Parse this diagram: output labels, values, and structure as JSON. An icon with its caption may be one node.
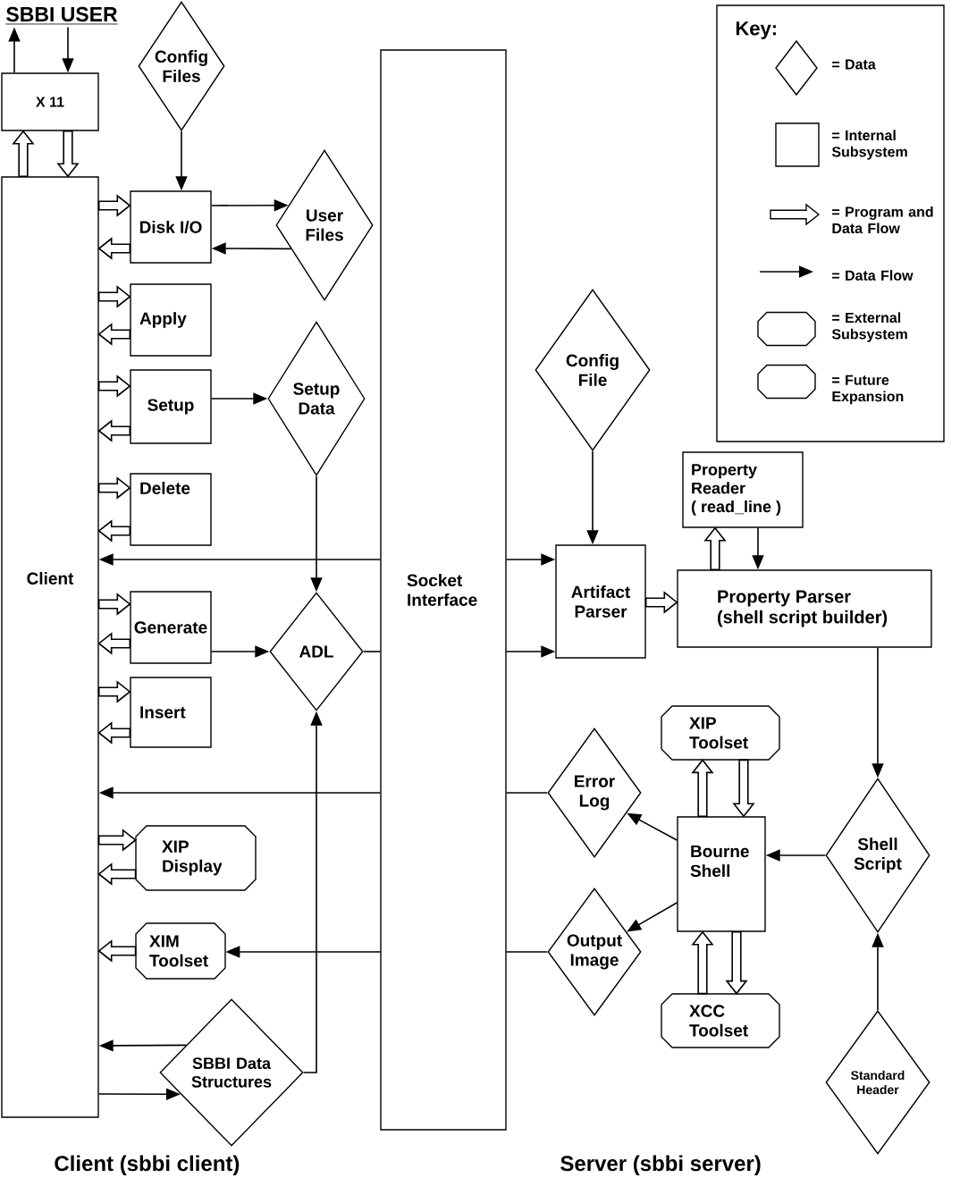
{
  "diagram": {
    "nodes": [
      {
        "text": [
          "SBBI USER"
        ]
      },
      {
        "text": [
          "X 11"
        ]
      },
      {
        "text": [
          "Config Files"
        ]
      },
      {
        "text": [
          "Client"
        ]
      },
      {
        "text": [
          "Disk I/O"
        ]
      },
      {
        "text": [
          "User Files"
        ]
      },
      {
        "text": [
          "Apply"
        ]
      },
      {
        "text": [
          "Setup"
        ]
      },
      {
        "text": [
          "Setup Data"
        ]
      },
      {
        "text": [
          "Delete"
        ]
      },
      {
        "text": [
          "Generate"
        ]
      },
      {
        "text": [
          "ADL"
        ]
      },
      {
        "text": [
          "Insert"
        ]
      },
      {
        "text": [
          "XIP Display"
        ]
      },
      {
        "text": [
          "XIM Toolset"
        ]
      },
      {
        "text": [
          "SBBI Data Structures"
        ]
      },
      {
        "text": [
          "Socket Interface"
        ]
      },
      {
        "text": [
          "Config File"
        ]
      },
      {
        "text": [
          "Artifact Parser"
        ]
      },
      {
        "text": [
          "Property Reader",
          "( read_line )"
        ]
      },
      {
        "text": [
          "Property Parser",
          "(shell script builder)"
        ]
      },
      {
        "text": [
          "XIP Toolset"
        ]
      },
      {
        "text": [
          "Error Log"
        ]
      },
      {
        "text": [
          "Bourne Shell"
        ]
      },
      {
        "text": [
          "Shell Script"
        ]
      },
      {
        "text": [
          "Output Image"
        ]
      },
      {
        "text": [
          "XCC Toolset"
        ]
      },
      {
        "text": [
          "Standard Header"
        ]
      }
    ],
    "edges": [
      {
        "from": 1,
        "to": 0,
        "arrow": "to"
      },
      {
        "from": 0,
        "to": 1,
        "arrow": "to"
      },
      {
        "from": 3,
        "to": 1,
        "arrow": "to",
        "style": "thick"
      },
      {
        "from": 1,
        "to": 3,
        "arrow": "to",
        "style": "thick"
      },
      {
        "from": 2,
        "to": 4,
        "arrow": "to"
      },
      {
        "from": 3,
        "to": 4,
        "arrow": "to",
        "style": "thick"
      },
      {
        "from": 4,
        "to": 3,
        "arrow": "to",
        "style": "thick"
      },
      {
        "from": 4,
        "to": 5,
        "arrow": "to"
      },
      {
        "from": 5,
        "to": 4,
        "arrow": "to"
      },
      {
        "from": 3,
        "to": 6,
        "arrow": "to",
        "style": "thick"
      },
      {
        "from": 6,
        "to": 3,
        "arrow": "to",
        "style": "thick"
      },
      {
        "from": 3,
        "to": 7,
        "arrow": "to",
        "style": "thick"
      },
      {
        "from": 7,
        "to": 3,
        "arrow": "to",
        "style": "thick"
      },
      {
        "from": 7,
        "to": 8,
        "arrow": "to"
      },
      {
        "from": 3,
        "to": 9,
        "arrow": "to",
        "style": "thick"
      },
      {
        "from": 9,
        "to": 3,
        "arrow": "to",
        "style": "thick"
      },
      {
        "from": 8,
        "to": 11,
        "arrow": "to"
      },
      {
        "from": 16,
        "to": 3,
        "arrow": "to"
      },
      {
        "from": 16,
        "to": 18,
        "arrow": "to"
      },
      {
        "from": 3,
        "to": 10,
        "arrow": "to",
        "style": "thick"
      },
      {
        "from": 10,
        "to": 3,
        "arrow": "to",
        "style": "thick"
      },
      {
        "from": 10,
        "to": 11,
        "arrow": "to"
      },
      {
        "from": 11,
        "to": 16,
        "arrow": "none"
      },
      {
        "from": 16,
        "to": 18,
        "arrow": "to"
      },
      {
        "from": 3,
        "to": 12,
        "arrow": "to",
        "style": "thick"
      },
      {
        "from": 12,
        "to": 3,
        "arrow": "to",
        "style": "thick"
      },
      {
        "from": 22,
        "to": 16,
        "arrow": "none"
      },
      {
        "from": 16,
        "to": 3,
        "arrow": "to"
      },
      {
        "from": 3,
        "to": 13,
        "arrow": "to",
        "style": "thick"
      },
      {
        "from": 13,
        "to": 3,
        "arrow": "to",
        "style": "thick"
      },
      {
        "from": 14,
        "to": 3,
        "arrow": "to",
        "style": "thick"
      },
      {
        "from": 25,
        "to": 16,
        "arrow": "none"
      },
      {
        "from": 16,
        "to": 14,
        "arrow": "to"
      },
      {
        "from": 15,
        "to": 3,
        "arrow": "to"
      },
      {
        "from": 3,
        "to": 15,
        "arrow": "to"
      },
      {
        "from": 15,
        "to": 11,
        "arrow": "to"
      },
      {
        "from": 17,
        "to": 18,
        "arrow": "to"
      },
      {
        "from": 18,
        "to": 20,
        "arrow": "to",
        "style": "thick"
      },
      {
        "from": 20,
        "to": 19,
        "arrow": "to",
        "style": "thick"
      },
      {
        "from": 19,
        "to": 20,
        "arrow": "to"
      },
      {
        "from": 20,
        "to": 24,
        "arrow": "to"
      },
      {
        "from": 23,
        "to": 21,
        "arrow": "to",
        "style": "thick"
      },
      {
        "from": 21,
        "to": 23,
        "arrow": "to",
        "style": "thick"
      },
      {
        "from": 24,
        "to": 23,
        "arrow": "to"
      },
      {
        "from": 23,
        "to": 22,
        "arrow": "to"
      },
      {
        "from": 23,
        "to": 25,
        "arrow": "to"
      },
      {
        "from": 26,
        "to": 23,
        "arrow": "to",
        "style": "thick"
      },
      {
        "from": 23,
        "to": 26,
        "arrow": "to",
        "style": "thick"
      },
      {
        "from": 27,
        "to": 24,
        "arrow": "to"
      }
    ],
    "labels": [
      "Key:",
      "Client (sbbi client)",
      "Server (sbbi server)"
    ],
    "legend": [
      {
        "text": "= Data"
      },
      {
        "text": "= Internal Subsystem"
      },
      {
        "text": "= Program and Data Flow"
      },
      {
        "text": "= Data Flow"
      },
      {
        "text": "= External Subsystem"
      },
      {
        "text": "= Future Expansion"
      }
    ]
  }
}
